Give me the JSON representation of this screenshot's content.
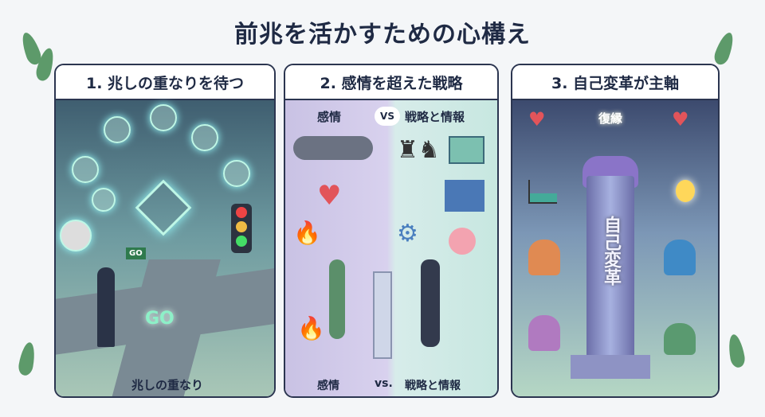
{
  "title": "前兆を活かすための心構え",
  "panels": [
    {
      "heading": "1. 兆しの重なりを待つ",
      "sign": "GO",
      "road_text": "GO",
      "caption": "兆しの重なり"
    },
    {
      "heading": "2. 感情を超えた戦略",
      "left_label": "感情",
      "vs": "VS",
      "right_label": "戦略と情報",
      "bottom_left": "感情",
      "bottom_vs": "vs.",
      "bottom_right": "戦略と情報"
    },
    {
      "heading": "3. 自己変革が主軸",
      "top_label": "復縁",
      "pillar_text": "自己変革"
    }
  ],
  "colors": {
    "accent": "#2b3550",
    "go": "#8df0c8"
  }
}
